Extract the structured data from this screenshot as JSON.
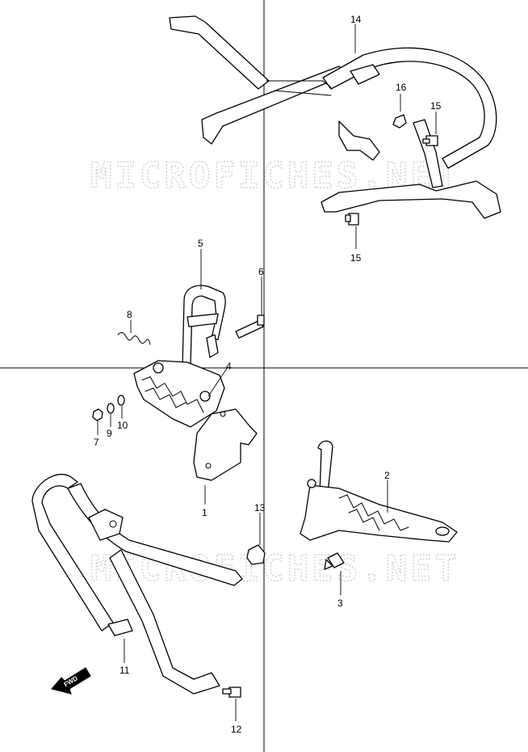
{
  "watermark": "MICROFICHES.NET",
  "fwd_label": "FWD",
  "callouts": [
    {
      "id": "c1",
      "label": "1"
    },
    {
      "id": "c2",
      "label": "2"
    },
    {
      "id": "c3",
      "label": "3"
    },
    {
      "id": "c4",
      "label": "4"
    },
    {
      "id": "c5",
      "label": "5"
    },
    {
      "id": "c6",
      "label": "6"
    },
    {
      "id": "c7",
      "label": "7"
    },
    {
      "id": "c8",
      "label": "8"
    },
    {
      "id": "c9",
      "label": "9"
    },
    {
      "id": "c10",
      "label": "10"
    },
    {
      "id": "c11",
      "label": "11"
    },
    {
      "id": "c12",
      "label": "12"
    },
    {
      "id": "c13",
      "label": "13"
    },
    {
      "id": "c14",
      "label": "14"
    },
    {
      "id": "c15a",
      "label": "15"
    },
    {
      "id": "c15b",
      "label": "15"
    },
    {
      "id": "c16",
      "label": "16"
    }
  ]
}
